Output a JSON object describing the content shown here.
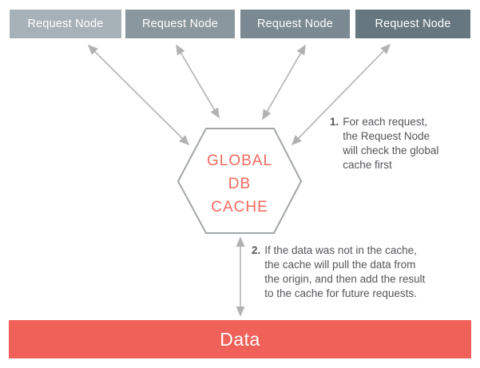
{
  "colors": {
    "coral": "#f0615a",
    "cachetext": "#f2695e",
    "arrow": "#b2b2b4",
    "hexborder": "#a2a6a9",
    "notetext": "#55565a",
    "nodetext": "#ffffff"
  },
  "request_nodes": [
    {
      "label": "Request Node",
      "color": "#a7b2b8"
    },
    {
      "label": "Request Node",
      "color": "#8a979e"
    },
    {
      "label": "Request Node",
      "color": "#7a8992"
    },
    {
      "label": "Request Node",
      "color": "#66777f"
    }
  ],
  "cache": {
    "lines": [
      "GLOBAL",
      "DB",
      "CACHE"
    ]
  },
  "notes": [
    {
      "number": "1.",
      "lines": [
        "For each request,",
        "the Request Node",
        "will check the global",
        "cache first"
      ]
    },
    {
      "number": "2.",
      "lines": [
        "If the data was not in the cache,",
        "the cache will pull the data from",
        "the origin, and then add the result",
        "to the cache for future requests."
      ]
    }
  ],
  "data_bar": {
    "label": "Data"
  }
}
